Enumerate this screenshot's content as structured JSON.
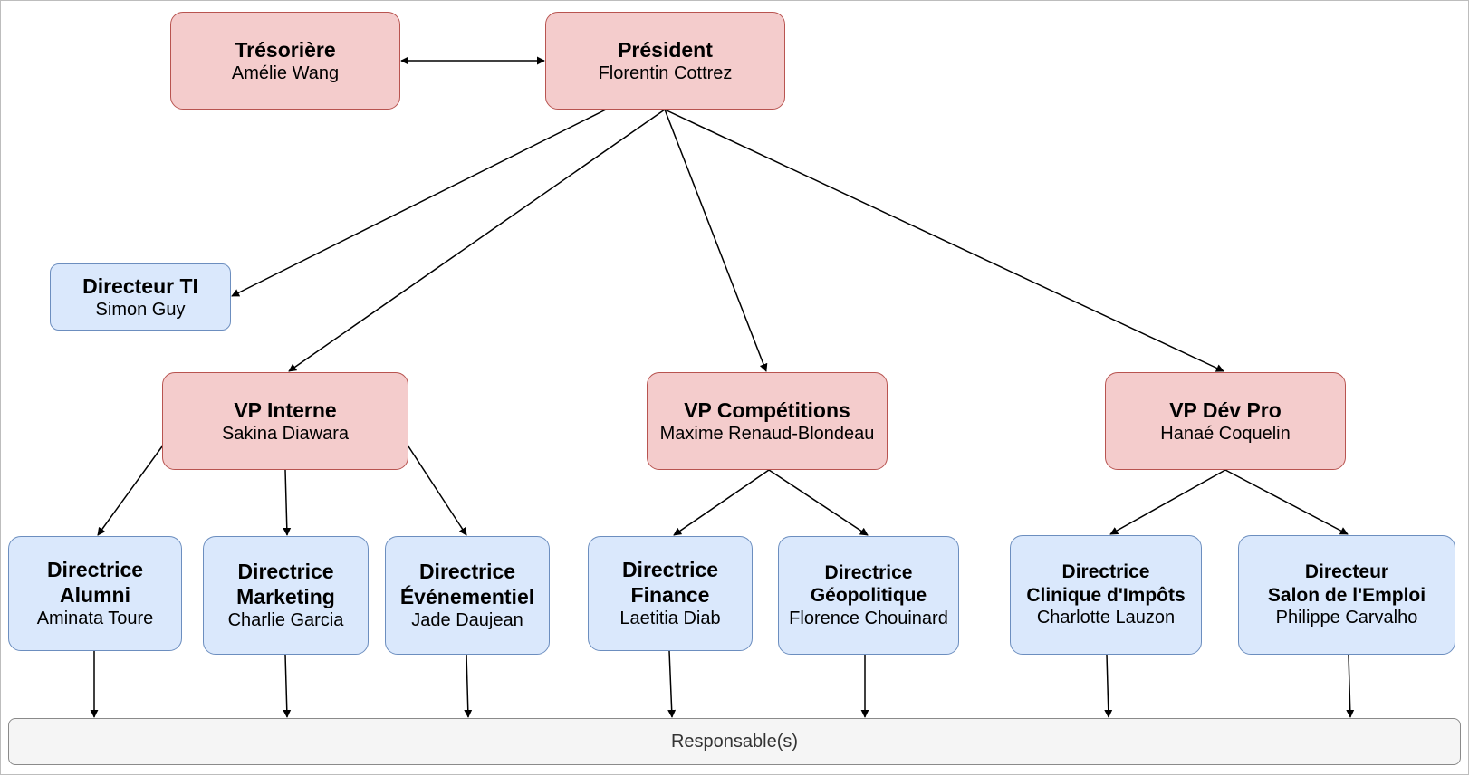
{
  "nodes": {
    "tresoriere": {
      "title": "Trésorière",
      "name": "Amélie Wang"
    },
    "president": {
      "title": "Président",
      "name": "Florentin Cottrez"
    },
    "directeur_ti": {
      "title": "Directeur TI",
      "name": "Simon Guy"
    },
    "vp_interne": {
      "title": "VP Interne",
      "name": "Sakina Diawara"
    },
    "vp_competitions": {
      "title": "VP Compétitions",
      "name": "Maxime Renaud-Blondeau"
    },
    "vp_dev_pro": {
      "title": "VP Dév Pro",
      "name": "Hanaé Coquelin"
    },
    "dir_alumni": {
      "title_line1": "Directrice",
      "title_line2": "Alumni",
      "name": "Aminata Toure"
    },
    "dir_marketing": {
      "title_line1": "Directrice",
      "title_line2": "Marketing",
      "name": "Charlie Garcia"
    },
    "dir_evenementiel": {
      "title_line1": "Directrice",
      "title_line2": "Événementiel",
      "name": "Jade Daujean"
    },
    "dir_finance": {
      "title_line1": "Directrice",
      "title_line2": "Finance",
      "name": "Laetitia Diab"
    },
    "dir_geopolitique": {
      "title_line1": "Directrice",
      "title_line2": "Géopolitique",
      "name": "Florence Chouinard"
    },
    "dir_clinique": {
      "title_line1": "Directrice",
      "title_line2": "Clinique d'Impôts",
      "name": "Charlotte Lauzon"
    },
    "dir_salon": {
      "title_line1": "Directeur",
      "title_line2": "Salon de l'Emploi",
      "name": "Philippe Carvalho"
    }
  },
  "footer": {
    "label": "Responsable(s)"
  },
  "colors": {
    "executive_fill": "#f4cccc",
    "executive_stroke": "#b85450",
    "director_fill": "#dae8fc",
    "director_stroke": "#6c8ebf",
    "footer_fill": "#f5f5f5",
    "arrow": "#000000"
  }
}
